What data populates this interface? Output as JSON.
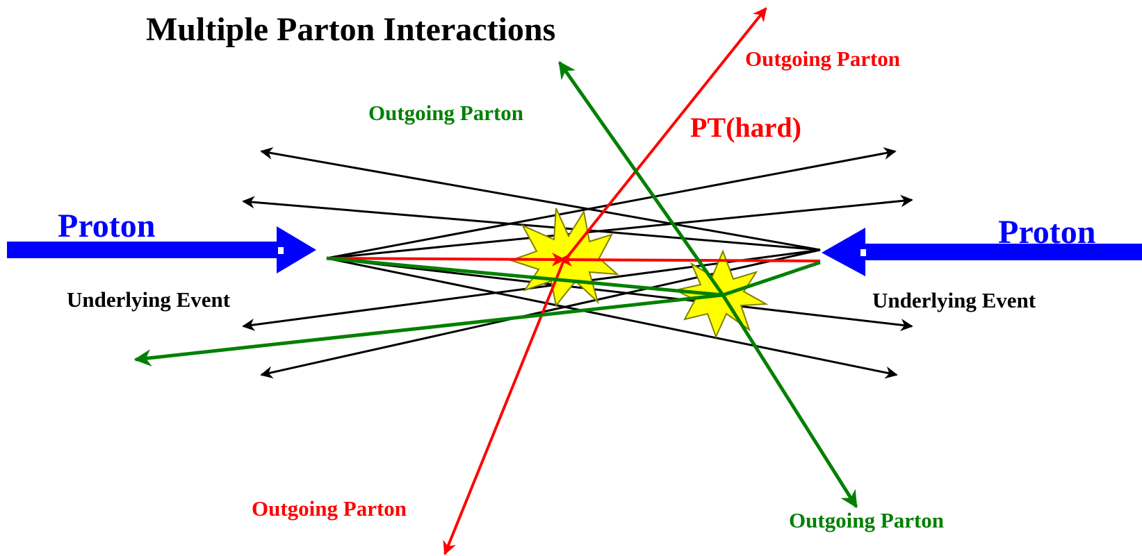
{
  "title": "Multiple Parton Interactions",
  "labels": {
    "proton_left": "Proton",
    "proton_right": "Proton",
    "underlying_left": "Underlying Event",
    "underlying_right": "Underlying Event",
    "outgoing_red_top": "Outgoing Parton",
    "outgoing_green_top": "Outgoing Parton",
    "outgoing_red_bottom": "Outgoing Parton",
    "outgoing_green_bottom": "Outgoing Parton",
    "pt_hard": "PT(hard)"
  },
  "colors": {
    "proton": "#0000ff",
    "hard": "#ff0000",
    "second": "#008000",
    "underlying": "#000000",
    "star_fill": "#ffff00",
    "star_stroke": "#808000"
  }
}
